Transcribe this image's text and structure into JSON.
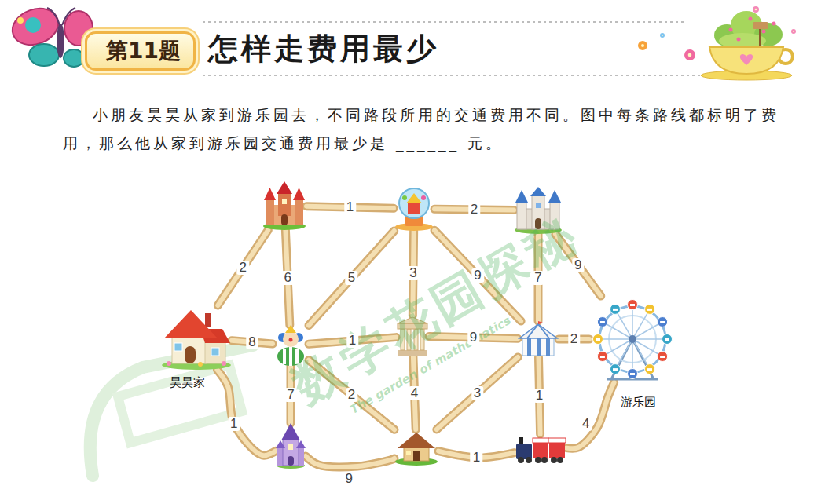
{
  "diagram": {
    "title": "怎样走费用最少",
    "nodes": [
      {
        "text": [
          "第11题"
        ]
      },
      {
        "text": []
      },
      {
        "text": []
      },
      {
        "text": []
      },
      {
        "text": [
          "昊昊家"
        ]
      },
      {
        "text": []
      },
      {
        "text": []
      },
      {
        "text": []
      },
      {
        "text": [
          "游乐园"
        ]
      },
      {
        "text": []
      },
      {
        "text": []
      },
      {
        "text": []
      }
    ],
    "edges": [
      {
        "from": 4,
        "to": 1,
        "arrow": "none",
        "label": "2"
      },
      {
        "from": 4,
        "to": 5,
        "arrow": "none",
        "label": "8"
      },
      {
        "from": 4,
        "to": 9,
        "arrow": "none",
        "label": "1"
      },
      {
        "from": 1,
        "to": 2,
        "arrow": "none",
        "label": "1"
      },
      {
        "from": 1,
        "to": 5,
        "arrow": "none",
        "label": "6"
      },
      {
        "from": 2,
        "to": 3,
        "arrow": "none",
        "label": "2"
      },
      {
        "from": 2,
        "to": 5,
        "arrow": "none",
        "label": "5"
      },
      {
        "from": 2,
        "to": 6,
        "arrow": "none",
        "label": "3"
      },
      {
        "from": 2,
        "to": 7,
        "arrow": "none",
        "label": "9"
      },
      {
        "from": 3,
        "to": 7,
        "arrow": "none",
        "label": "7"
      },
      {
        "from": 3,
        "to": 8,
        "arrow": "none",
        "label": "9"
      },
      {
        "from": 5,
        "to": 6,
        "arrow": "none",
        "label": "1"
      },
      {
        "from": 5,
        "to": 9,
        "arrow": "none",
        "label": "7"
      },
      {
        "from": 5,
        "to": 10,
        "arrow": "none",
        "label": "2"
      },
      {
        "from": 6,
        "to": 7,
        "arrow": "none",
        "label": "9"
      },
      {
        "from": 6,
        "to": 10,
        "arrow": "none",
        "label": "4"
      },
      {
        "from": 7,
        "to": 8,
        "arrow": "none",
        "label": "2"
      },
      {
        "from": 7,
        "to": 10,
        "arrow": "none",
        "label": "3"
      },
      {
        "from": 7,
        "to": 11,
        "arrow": "none",
        "label": "1"
      },
      {
        "from": 9,
        "to": 10,
        "arrow": "none",
        "label": "9"
      },
      {
        "from": 10,
        "to": 11,
        "arrow": "none",
        "label": "1"
      },
      {
        "from": 11,
        "to": 8,
        "arrow": "none",
        "label": "4"
      }
    ],
    "labels": [
      "小朋友昊昊从家到游乐园去，不同路段所用的交通费用不同。图中每条路线都标明了费用，那么他从家到游乐园交通费用最少是 ______ 元。",
      "数学花园探秘",
      "The garden of mathematics"
    ]
  }
}
